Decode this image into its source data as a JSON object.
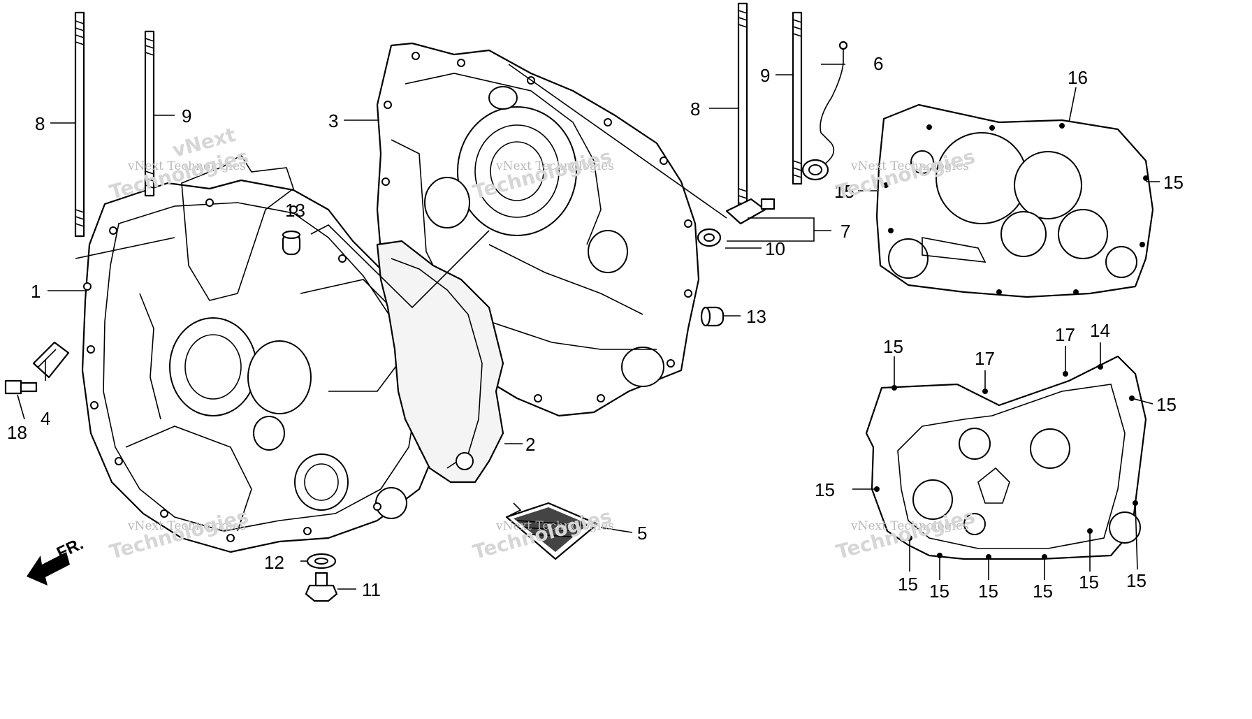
{
  "diagram": {
    "watermarks": [
      "vNext Technologies",
      "vNext",
      "Technologies"
    ],
    "front_label": "FR.",
    "callouts": [
      {
        "id": "c1",
        "text": "1"
      },
      {
        "id": "c2",
        "text": "2"
      },
      {
        "id": "c3",
        "text": "3"
      },
      {
        "id": "c4",
        "text": "4"
      },
      {
        "id": "c5",
        "text": "5"
      },
      {
        "id": "c6",
        "text": "6"
      },
      {
        "id": "c7",
        "text": "7"
      },
      {
        "id": "c8a",
        "text": "8"
      },
      {
        "id": "c8b",
        "text": "8"
      },
      {
        "id": "c9a",
        "text": "9"
      },
      {
        "id": "c9b",
        "text": "9"
      },
      {
        "id": "c10",
        "text": "10"
      },
      {
        "id": "c11",
        "text": "11"
      },
      {
        "id": "c12",
        "text": "12"
      },
      {
        "id": "c13a",
        "text": "13"
      },
      {
        "id": "c13b",
        "text": "13"
      },
      {
        "id": "c14",
        "text": "14"
      },
      {
        "id": "c15",
        "text": "15"
      },
      {
        "id": "c16",
        "text": "16"
      },
      {
        "id": "c17a",
        "text": "17"
      },
      {
        "id": "c17b",
        "text": "17"
      },
      {
        "id": "c18",
        "text": "18"
      }
    ]
  }
}
